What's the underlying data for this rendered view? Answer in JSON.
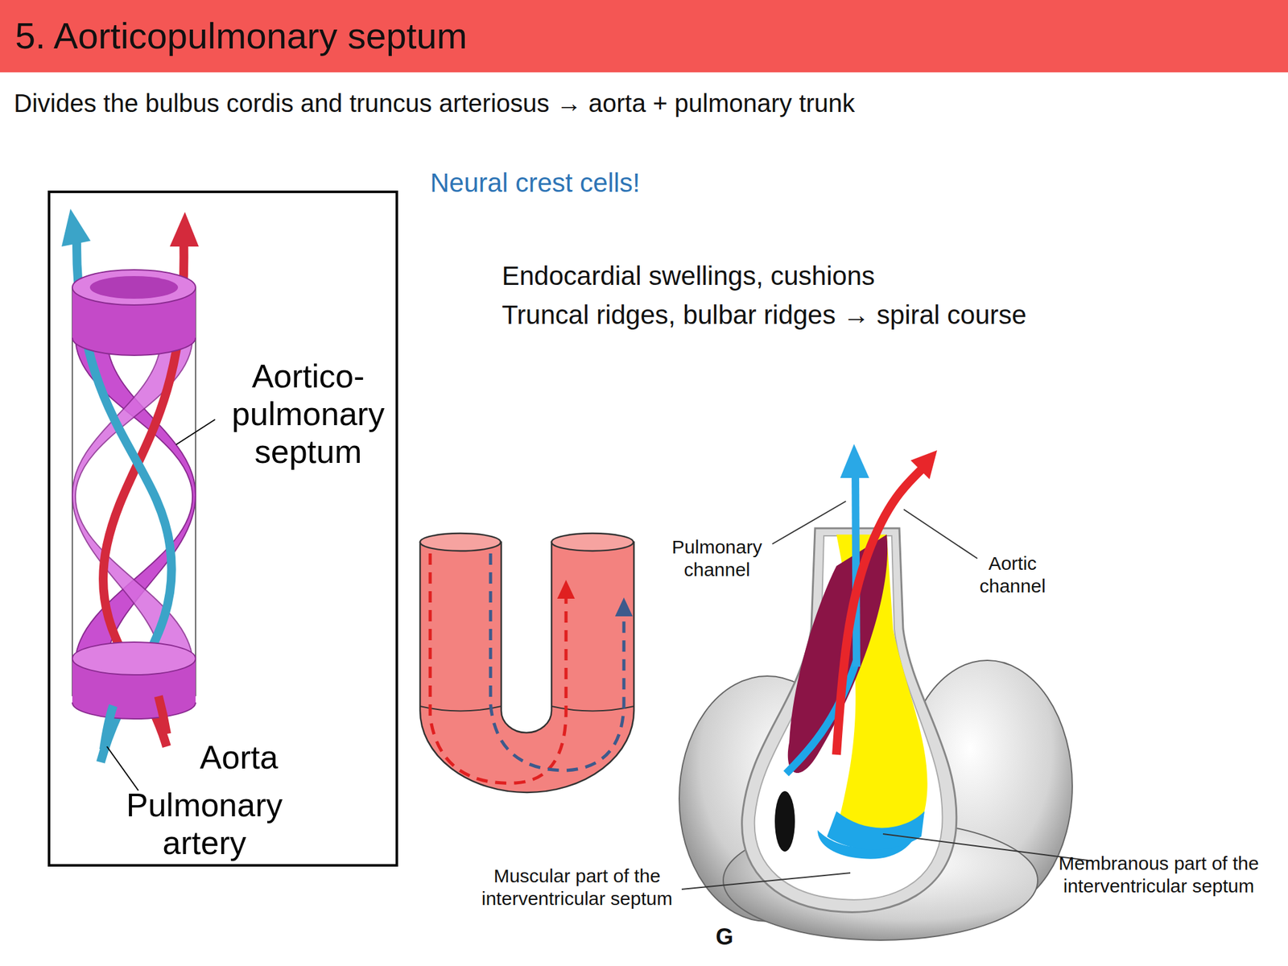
{
  "diagram": {
    "title": "5. Aorticopulmonary septum",
    "nodes": [
      {
        "text": [
          "Aortico- pulmonary septum",
          "Aorta",
          "Pulmonary artery"
        ]
      }
    ],
    "labels": [
      "Divides the bulbus cordis and truncus arteriosus → aorta + pulmonary trunk",
      "Neural crest cells!",
      "Endocardial swellings, cushions",
      "Truncal ridges, bulbar ridges → spiral course",
      "Pulmonary channel",
      "Aortic channel",
      "Muscular part of the interventricular septum",
      "Membranous part of the interventricular septum",
      "G"
    ]
  }
}
